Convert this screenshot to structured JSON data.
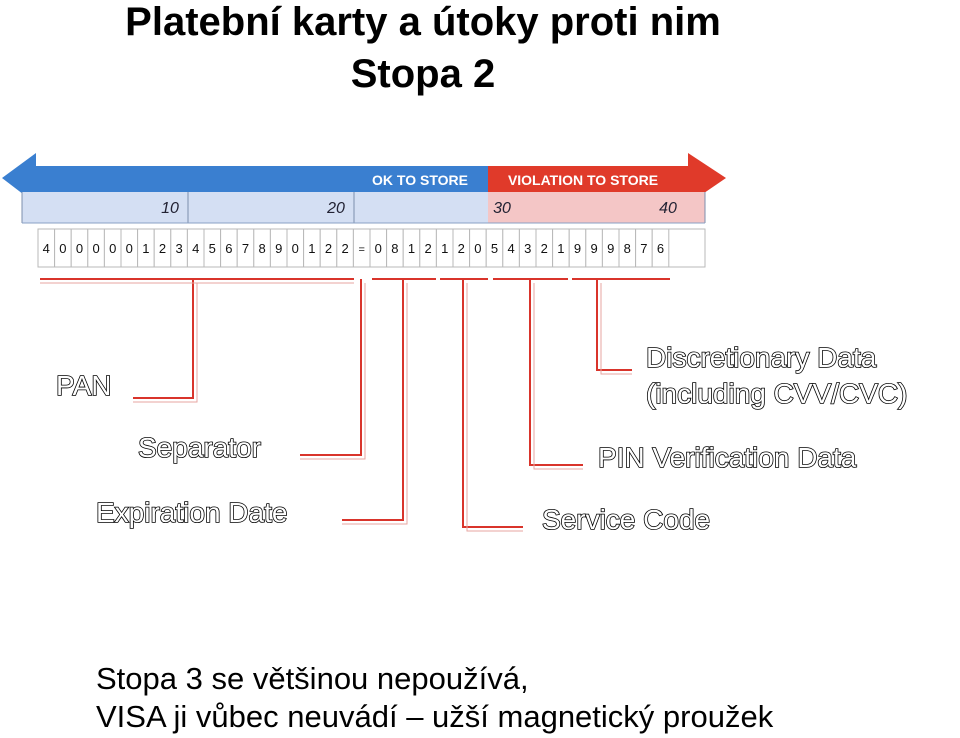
{
  "slide": {
    "title_line1": "Platební karty a útoky proti nim",
    "title_line2": "Stopa 2",
    "bottom_line1": "Stopa 3 se většinou nepoužívá,",
    "bottom_line2": "VISA ji vůbec neuvádí – užší magnetický proužek"
  },
  "diagram": {
    "ok_label": "OK TO STORE",
    "violation_label": "VIOLATION TO STORE",
    "position_markers": [
      "10",
      "20",
      "30",
      "40"
    ],
    "digits": [
      "4",
      "0",
      "0",
      "0",
      "0",
      "0",
      "1",
      "2",
      "3",
      "4",
      "5",
      "6",
      "7",
      "8",
      "9",
      "0",
      "1",
      "2",
      "2",
      "=",
      "0",
      "8",
      "1",
      "2",
      "1",
      "2",
      "0",
      "5",
      "4",
      "3",
      "2",
      "1",
      "9",
      "9",
      "9",
      "8",
      "7",
      "6"
    ],
    "fields": {
      "pan": "PAN",
      "separator": "Separator",
      "expiration": "Expiration Date",
      "service_code": "Service Code",
      "pin": "PIN Verification Data",
      "discretionary_line1": "Discretionary Data",
      "discretionary_line2": "(including CVV/CVC)"
    },
    "colors": {
      "ok_arrow": "#3a7fd0",
      "violation_arrow": "#e03a2a",
      "ok_band": "#d4dff3",
      "violation_band": "#f4c6c6",
      "leader_lines": "#d9342b"
    }
  }
}
